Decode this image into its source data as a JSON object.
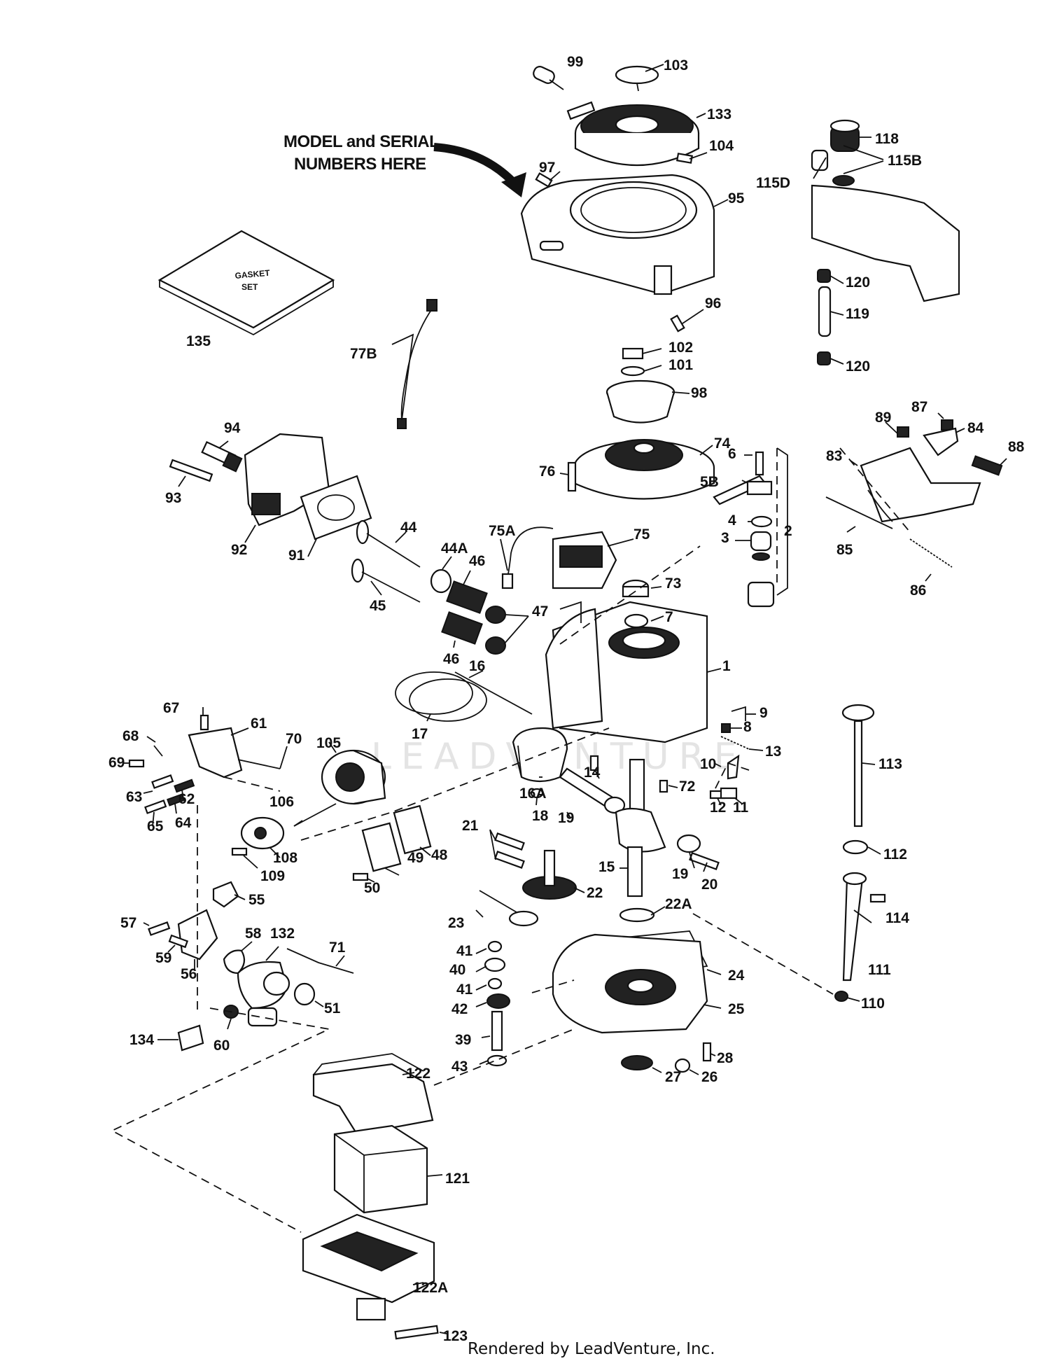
{
  "note": {
    "line1": "MODEL and SERIAL",
    "line2": "NUMBERS HERE"
  },
  "gasket_label": {
    "line1": "GASKET",
    "line2": "SET"
  },
  "watermark": "LEADVENTURE",
  "footer": "Rendered by LeadVenture, Inc.",
  "callouts": [
    "99",
    "103",
    "133",
    "104",
    "97",
    "95",
    "96",
    "118",
    "115B",
    "115D",
    "120",
    "119",
    "120",
    "135",
    "77B",
    "102",
    "101",
    "98",
    "74",
    "76",
    "6",
    "5B",
    "2",
    "4",
    "3",
    "94",
    "93",
    "92",
    "91",
    "44",
    "44A",
    "46",
    "47",
    "45",
    "46",
    "75A",
    "75",
    "73",
    "7",
    "89",
    "87",
    "84",
    "88",
    "83",
    "85",
    "86",
    "16",
    "1",
    "17",
    "9",
    "8",
    "13",
    "67",
    "61",
    "68",
    "70",
    "69",
    "63",
    "62",
    "65",
    "64",
    "105",
    "106",
    "108",
    "109",
    "50",
    "49",
    "48",
    "16A",
    "18",
    "19",
    "14",
    "72",
    "10",
    "12",
    "11",
    "113",
    "15",
    "21",
    "22",
    "19",
    "20",
    "112",
    "55",
    "57",
    "58",
    "132",
    "71",
    "59",
    "56",
    "51",
    "23",
    "22A",
    "41",
    "40",
    "41",
    "42",
    "39",
    "43",
    "24",
    "25",
    "114",
    "111",
    "110",
    "134",
    "60",
    "28",
    "27",
    "26",
    "122",
    "121",
    "122A",
    "123"
  ]
}
